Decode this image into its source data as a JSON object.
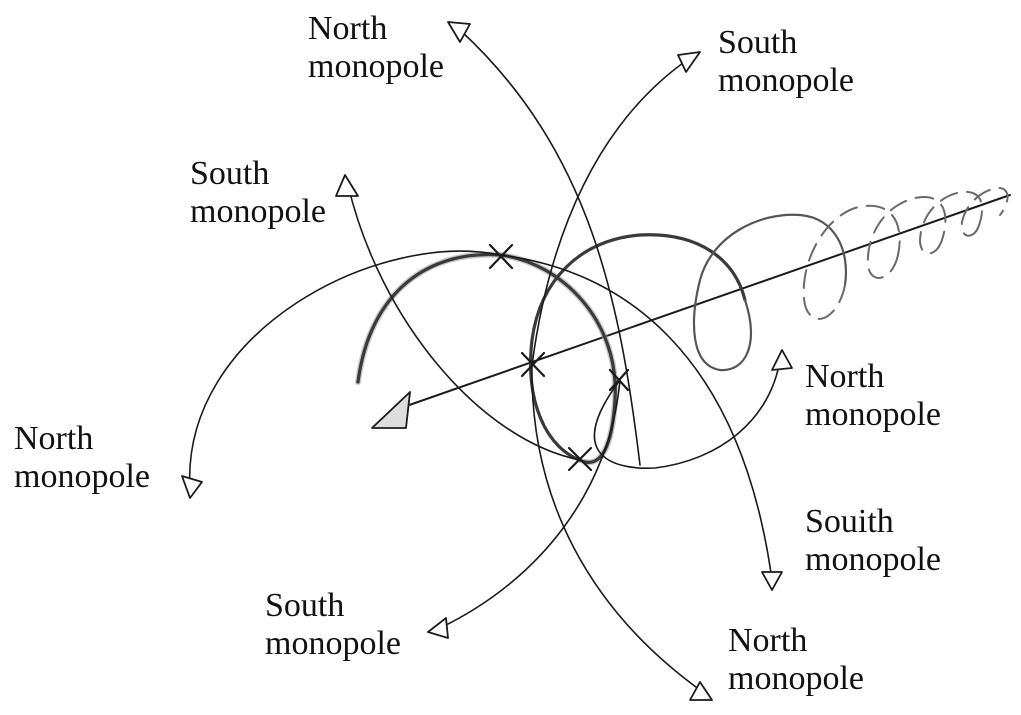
{
  "labels": {
    "north_top": "North\nmonopole",
    "south_top_right": "South\nmonopole",
    "south_left": "South\nmonopole",
    "north_left": "North\nmonopole",
    "north_right": "North\nmonopole",
    "souith_right": "Souith\nmonopole",
    "south_bottom": "South\nmonopole",
    "north_bottom": "North\nmonopole"
  },
  "colors": {
    "ink": "#1a1a1a",
    "helix": "#3a3a3a",
    "background": "#ffffff"
  }
}
